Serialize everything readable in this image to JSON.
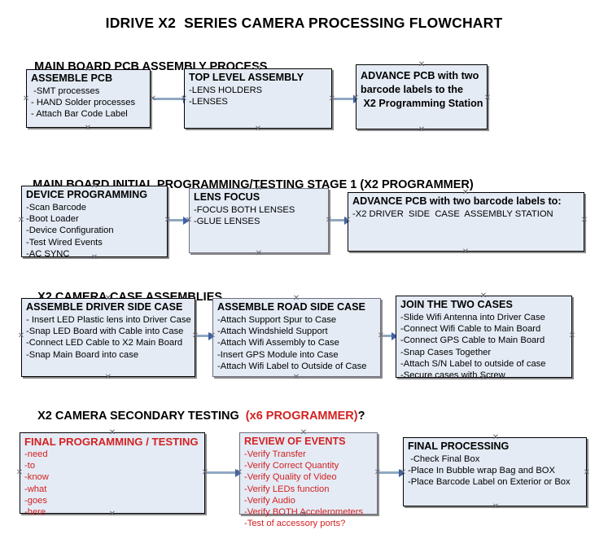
{
  "document": {
    "title": "IDRIVE X2  SERIES CAMERA PROCESSING FLOWCHART"
  },
  "sections": [
    {
      "id": "main-board-pcb-assembly-process",
      "heading": "MAIN BOARD PCB ASSEMBLY PROCESS",
      "heading_accent": "",
      "heading_tail": "",
      "nodes": [
        {
          "id": "assemble-pcb",
          "title": "ASSEMBLE PCB",
          "lines": [
            " -SMT processes",
            "- HAND Solder processes",
            "- Attach Bar Code Label"
          ]
        },
        {
          "id": "top-level-assembly",
          "title": "TOP LEVEL ASSEMBLY",
          "lines": [
            "-LENS HOLDERS",
            "-LENSES"
          ]
        },
        {
          "id": "advance-pcb-to-x2-programming-station",
          "title": "ADVANCE PCB with two\nbarcode labels to the\n X2 Programming Station",
          "lines": []
        }
      ]
    },
    {
      "id": "main-board-initial-programming-testing-stage-1",
      "heading": "MAIN BOARD INITIAL PROGRAMMING/TESTING STAGE 1 (X2 PROGRAMMER)",
      "heading_accent": "",
      "heading_tail": "",
      "nodes": [
        {
          "id": "device-programming",
          "title": "DEVICE PROGRAMMING",
          "lines": [
            "-Scan Barcode",
            "-Boot Loader",
            "-Device Configuration",
            "-Test Wired Events",
            "-AC SYNC"
          ]
        },
        {
          "id": "lens-focus",
          "title": "LENS FOCUS",
          "lines": [
            "-FOCUS BOTH LENSES",
            "-GLUE LENSES"
          ]
        },
        {
          "id": "advance-pcb-to-driver-side-case-assembly",
          "title": "ADVANCE PCB with two barcode labels to:",
          "lines": [
            "-X2 DRIVER  SIDE  CASE  ASSEMBLY STATION"
          ]
        }
      ]
    },
    {
      "id": "x2-camera-case-assemblies",
      "heading": "X2 CAMERA CASE ASSEMBLIES",
      "heading_accent": "",
      "heading_tail": "",
      "nodes": [
        {
          "id": "assemble-driver-side-case",
          "title": "ASSEMBLE DRIVER SIDE CASE",
          "lines": [
            "- Insert LED Plastic lens into Driver Case",
            "-Snap LED Board with Cable into Case",
            "-Connect LED Cable to X2 Main Board",
            "-Snap Main Board into case"
          ]
        },
        {
          "id": "assemble-road-side-case",
          "title": "ASSEMBLE ROAD SIDE CASE",
          "lines": [
            "-Attach Support Spur to Case",
            "-Attach Windshield Support",
            "-Attach Wifi Assembly to Case",
            "-Insert GPS Module into Case",
            "-Attach Wifi Label to Outside of Case"
          ]
        },
        {
          "id": "join-the-two-cases",
          "title": "JOIN THE TWO CASES",
          "lines": [
            "-Slide Wifi Antenna into Driver Case",
            "-Connect Wifi Cable to Main Board",
            "-Connect GPS Cable to Main Board",
            "-Snap Cases Together",
            "-Attach S/N Label to outside of case",
            "-Secure cases with Screw"
          ]
        }
      ]
    },
    {
      "id": "x2-camera-secondary-testing",
      "heading": "X2 CAMERA SECONDARY TESTING  ",
      "heading_accent": "(x6 PROGRAMMER)",
      "heading_tail": "?",
      "nodes": [
        {
          "id": "final-programming-testing",
          "title": "FINAL PROGRAMMING / TESTING",
          "lines": [
            "-need",
            "-to",
            "-know",
            "-what",
            "-goes",
            "-here"
          ]
        },
        {
          "id": "review-of-events",
          "title": "REVIEW OF EVENTS",
          "lines": [
            "-Verify Transfer",
            "-Verify Correct Quantity",
            "-Verify Quality of Video",
            "-Verify LEDs function",
            "-Verify Audio",
            "-Verify BOTH Accelerometers",
            "-Test of accessory ports?"
          ]
        },
        {
          "id": "final-processing",
          "title": "FINAL PROCESSING",
          "lines": [
            " -Check Final Box",
            "-Place In Bubble wrap Bag and BOX",
            "-Place Barcode Label on Exterior or Box"
          ]
        }
      ]
    }
  ],
  "colors": {
    "node_fill": "#e4ebf5",
    "node_border": "#000000",
    "connector": "#8fa8c0",
    "arrowhead": "#3c62a8",
    "accent_red": "#d32222",
    "text": "#000000"
  }
}
